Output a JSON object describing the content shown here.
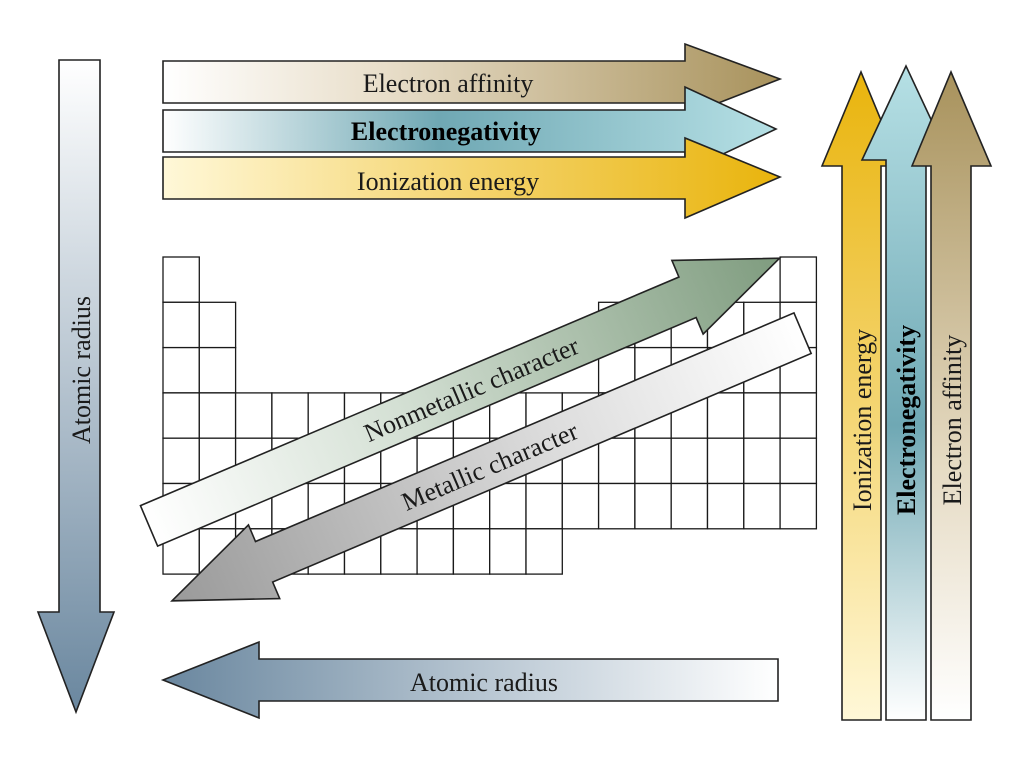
{
  "diagram": {
    "top_arrows": [
      {
        "label": "Electron affinity",
        "direction": "right",
        "bold": false
      },
      {
        "label": "Electronegativity",
        "direction": "right",
        "bold": true
      },
      {
        "label": "Ionization energy",
        "direction": "right",
        "bold": false
      }
    ],
    "right_arrows": [
      {
        "label": "Ionization energy",
        "direction": "up",
        "bold": false
      },
      {
        "label": "Electronegativity",
        "direction": "up",
        "bold": true
      },
      {
        "label": "Electron affinity",
        "direction": "up",
        "bold": false
      }
    ],
    "left_arrow": {
      "label": "Atomic radius",
      "direction": "down"
    },
    "bottom_arrow": {
      "label": "Atomic radius",
      "direction": "left"
    },
    "diagonal_arrows": [
      {
        "label": "Nonmetallic character",
        "direction": "up-right"
      },
      {
        "label": "Metallic character",
        "direction": "down-left"
      }
    ],
    "colors": {
      "electron_affinity": "#a8925c",
      "electronegativity": "#a9d6dc",
      "ionization_energy": "#eab60f",
      "atomic_radius": "#6d8aa2",
      "nonmetallic": "#7f9c7f",
      "metallic": "#9a9a9a"
    }
  }
}
